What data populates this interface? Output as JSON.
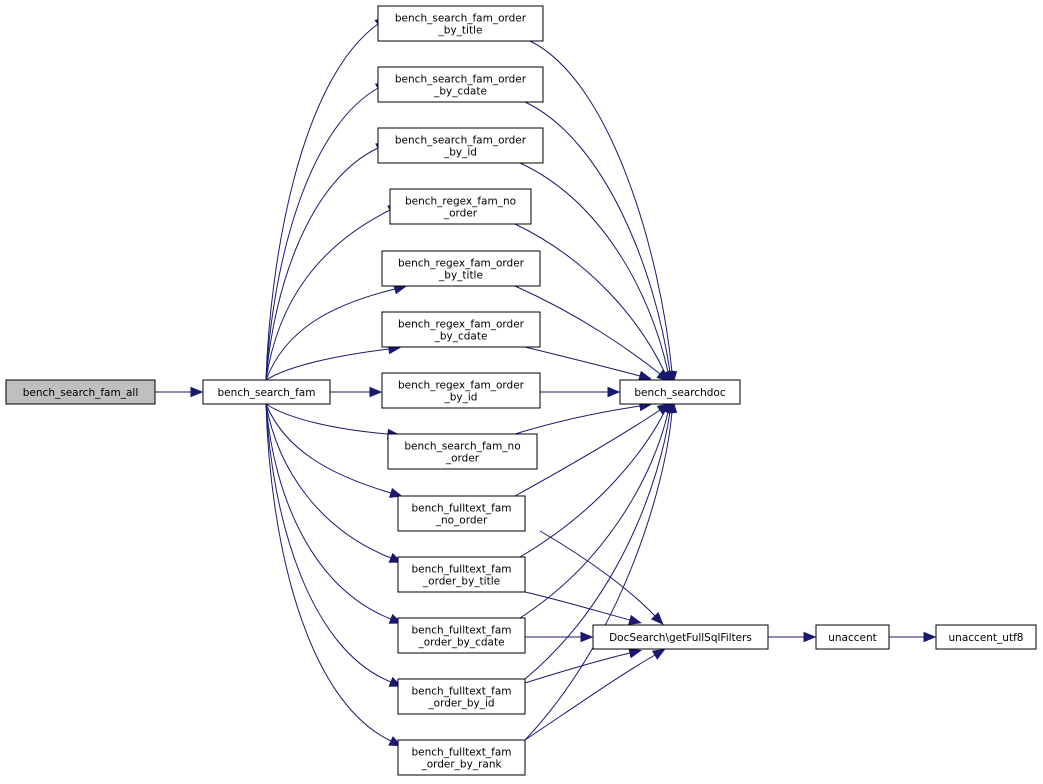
{
  "diagram": {
    "type": "call-graph",
    "colors": {
      "edge": "#191970",
      "node_fill": "#ffffff",
      "root_fill": "#bfbfbf",
      "node_border": "#000000"
    },
    "nodes": [
      {
        "id": "bench_search_fam_all",
        "lines": [
          "bench_search_fam_all"
        ],
        "root": true
      },
      {
        "id": "bench_search_fam",
        "lines": [
          "bench_search_fam"
        ]
      },
      {
        "id": "bench_search_fam_order_by_title",
        "lines": [
          "bench_search_fam_order",
          "_by_title"
        ]
      },
      {
        "id": "bench_search_fam_order_by_cdate",
        "lines": [
          "bench_search_fam_order",
          "_by_cdate"
        ]
      },
      {
        "id": "bench_search_fam_order_by_id",
        "lines": [
          "bench_search_fam_order",
          "_by_id"
        ]
      },
      {
        "id": "bench_regex_fam_no_order",
        "lines": [
          "bench_regex_fam_no",
          "_order"
        ]
      },
      {
        "id": "bench_regex_fam_order_by_title",
        "lines": [
          "bench_regex_fam_order",
          "_by_title"
        ]
      },
      {
        "id": "bench_regex_fam_order_by_cdate",
        "lines": [
          "bench_regex_fam_order",
          "_by_cdate"
        ]
      },
      {
        "id": "bench_regex_fam_order_by_id",
        "lines": [
          "bench_regex_fam_order",
          "_by_id"
        ]
      },
      {
        "id": "bench_search_fam_no_order",
        "lines": [
          "bench_search_fam_no",
          "_order"
        ]
      },
      {
        "id": "bench_fulltext_fam_no_order",
        "lines": [
          "bench_fulltext_fam",
          "_no_order"
        ]
      },
      {
        "id": "bench_fulltext_fam_order_by_title",
        "lines": [
          "bench_fulltext_fam",
          "_order_by_title"
        ]
      },
      {
        "id": "bench_fulltext_fam_order_by_cdate",
        "lines": [
          "bench_fulltext_fam",
          "_order_by_cdate"
        ]
      },
      {
        "id": "bench_fulltext_fam_order_by_id",
        "lines": [
          "bench_fulltext_fam",
          "_order_by_id"
        ]
      },
      {
        "id": "bench_fulltext_fam_order_by_rank",
        "lines": [
          "bench_fulltext_fam",
          "_order_by_rank"
        ]
      },
      {
        "id": "bench_searchdoc",
        "lines": [
          "bench_searchdoc"
        ]
      },
      {
        "id": "DocSearch_getFullSqlFilters",
        "lines": [
          "DocSearch\\getFullSqlFilters"
        ]
      },
      {
        "id": "unaccent",
        "lines": [
          "unaccent"
        ]
      },
      {
        "id": "unaccent_utf8",
        "lines": [
          "unaccent_utf8"
        ]
      }
    ],
    "edges": [
      {
        "from": "bench_search_fam_all",
        "to": "bench_search_fam"
      },
      {
        "from": "bench_search_fam",
        "to": "bench_search_fam_order_by_title"
      },
      {
        "from": "bench_search_fam",
        "to": "bench_search_fam_order_by_cdate"
      },
      {
        "from": "bench_search_fam",
        "to": "bench_search_fam_order_by_id"
      },
      {
        "from": "bench_search_fam",
        "to": "bench_regex_fam_no_order"
      },
      {
        "from": "bench_search_fam",
        "to": "bench_regex_fam_order_by_title"
      },
      {
        "from": "bench_search_fam",
        "to": "bench_regex_fam_order_by_cdate"
      },
      {
        "from": "bench_search_fam",
        "to": "bench_regex_fam_order_by_id"
      },
      {
        "from": "bench_search_fam",
        "to": "bench_search_fam_no_order"
      },
      {
        "from": "bench_search_fam",
        "to": "bench_fulltext_fam_no_order"
      },
      {
        "from": "bench_search_fam",
        "to": "bench_fulltext_fam_order_by_title"
      },
      {
        "from": "bench_search_fam",
        "to": "bench_fulltext_fam_order_by_cdate"
      },
      {
        "from": "bench_search_fam",
        "to": "bench_fulltext_fam_order_by_id"
      },
      {
        "from": "bench_search_fam",
        "to": "bench_fulltext_fam_order_by_rank"
      },
      {
        "from": "bench_search_fam_order_by_title",
        "to": "bench_searchdoc"
      },
      {
        "from": "bench_search_fam_order_by_cdate",
        "to": "bench_searchdoc"
      },
      {
        "from": "bench_search_fam_order_by_id",
        "to": "bench_searchdoc"
      },
      {
        "from": "bench_regex_fam_no_order",
        "to": "bench_searchdoc"
      },
      {
        "from": "bench_regex_fam_order_by_title",
        "to": "bench_searchdoc"
      },
      {
        "from": "bench_regex_fam_order_by_cdate",
        "to": "bench_searchdoc"
      },
      {
        "from": "bench_regex_fam_order_by_id",
        "to": "bench_searchdoc"
      },
      {
        "from": "bench_search_fam_no_order",
        "to": "bench_searchdoc"
      },
      {
        "from": "bench_fulltext_fam_no_order",
        "to": "bench_searchdoc"
      },
      {
        "from": "bench_fulltext_fam_order_by_title",
        "to": "bench_searchdoc"
      },
      {
        "from": "bench_fulltext_fam_order_by_cdate",
        "to": "bench_searchdoc"
      },
      {
        "from": "bench_fulltext_fam_order_by_id",
        "to": "bench_searchdoc"
      },
      {
        "from": "bench_fulltext_fam_order_by_rank",
        "to": "bench_searchdoc"
      },
      {
        "from": "bench_fulltext_fam_no_order",
        "to": "DocSearch_getFullSqlFilters"
      },
      {
        "from": "bench_fulltext_fam_order_by_title",
        "to": "DocSearch_getFullSqlFilters"
      },
      {
        "from": "bench_fulltext_fam_order_by_cdate",
        "to": "DocSearch_getFullSqlFilters"
      },
      {
        "from": "bench_fulltext_fam_order_by_id",
        "to": "DocSearch_getFullSqlFilters"
      },
      {
        "from": "bench_fulltext_fam_order_by_rank",
        "to": "DocSearch_getFullSqlFilters"
      },
      {
        "from": "DocSearch_getFullSqlFilters",
        "to": "unaccent"
      },
      {
        "from": "unaccent",
        "to": "unaccent_utf8"
      }
    ]
  }
}
